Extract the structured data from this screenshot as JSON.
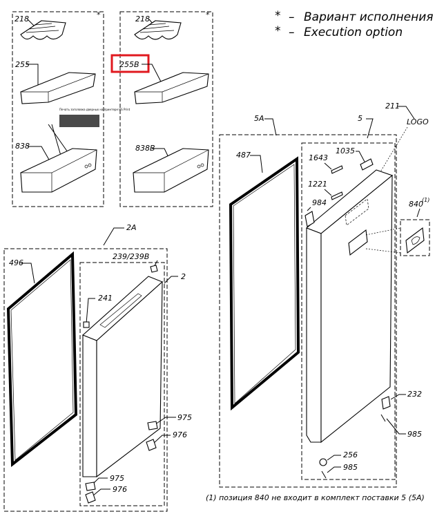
{
  "notes": {
    "variant_ru": "Вариант исполнения",
    "variant_en": "Execution option",
    "star": "*",
    "dash": "–",
    "footnote": "(1) позиция 840 не входит в комплект поставки 5 (5A)"
  },
  "inset_text": "Печать заголовка дверных на принтере HS Print",
  "logo_text": "LOGO",
  "labels": {
    "p218a": "218",
    "p255": "255",
    "p838": "838",
    "p218b": "218",
    "p255b": "255B",
    "p838b": "838B",
    "p2a": "2A",
    "p496": "496",
    "p239": "239/239B",
    "p2": "2",
    "p241": "241",
    "p975a": "975",
    "p976a": "976",
    "p975b": "975",
    "p976b": "976",
    "p5a": "5A",
    "p5": "5",
    "p211": "211",
    "p487": "487",
    "p1035": "1035",
    "p1643": "1643",
    "p1221": "1221",
    "p984": "984",
    "p840": "840",
    "p840sup": "(1)",
    "p232": "232",
    "p985a": "985",
    "p256": "256",
    "p985b": "985"
  },
  "highlight_color": "#e0191f"
}
